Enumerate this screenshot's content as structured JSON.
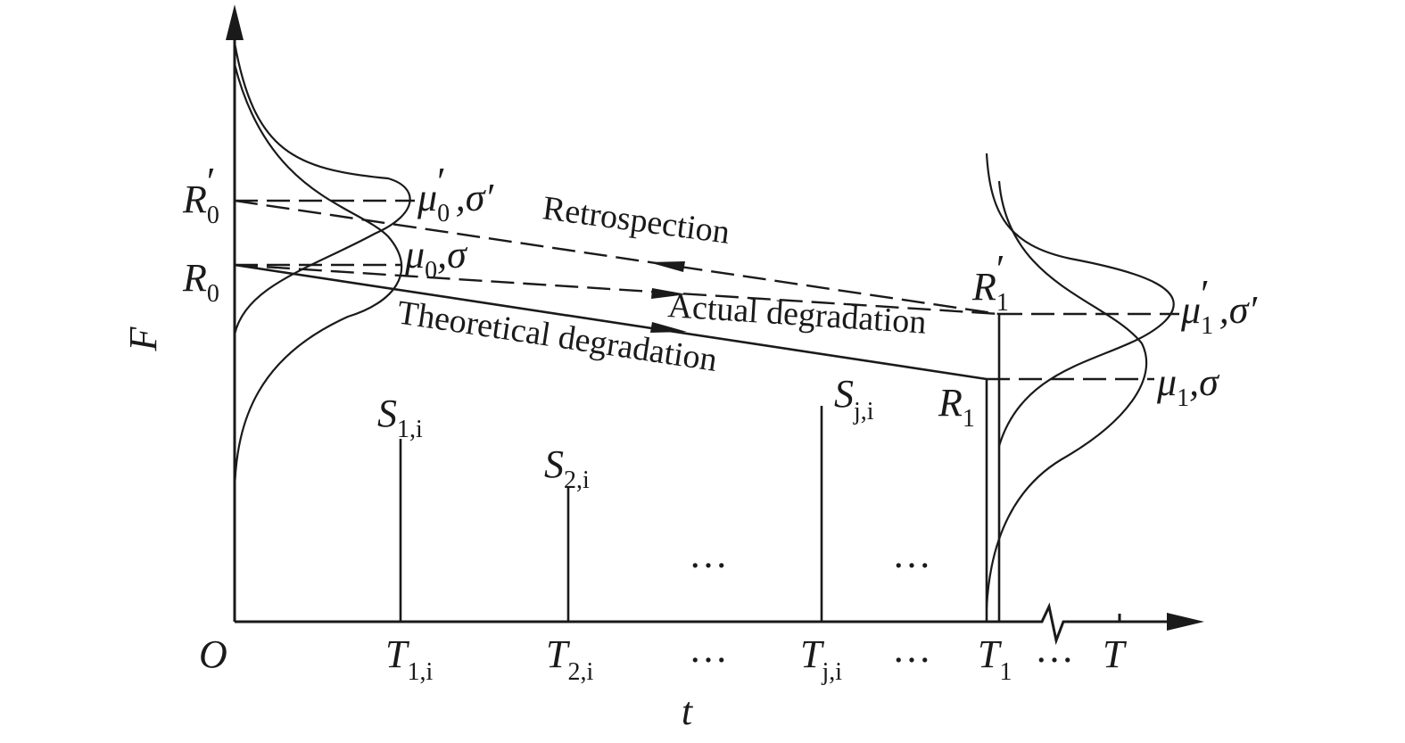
{
  "axes": {
    "y_label": "F",
    "x_label": "t",
    "origin": "O"
  },
  "left_levels": {
    "r0_prime": {
      "main": "R",
      "sub": "0",
      "prime": "′"
    },
    "r0": {
      "main": "R",
      "sub": "0"
    }
  },
  "left_params": {
    "mu0_prime": {
      "main": "μ",
      "sub": "0",
      "prime": "′",
      "rest": " ,σ′"
    },
    "mu0": {
      "main": "μ",
      "sub": "0",
      "rest": ",σ"
    }
  },
  "right_levels": {
    "r1_prime": {
      "main": "R",
      "sub": "1",
      "prime": "′"
    },
    "r1": {
      "main": "R",
      "sub": "1"
    }
  },
  "right_params": {
    "mu1_prime": {
      "main": "μ",
      "sub": "1",
      "prime": "′",
      "rest": " ,σ′"
    },
    "mu1": {
      "main": "μ",
      "sub": "1",
      "rest": ",σ"
    }
  },
  "line_labels": {
    "retrospection": "Retrospection",
    "actual": "Actual degradation",
    "theoretical": "Theoretical degradation"
  },
  "stress_labels": [
    {
      "main": "S",
      "sub": "1,i"
    },
    {
      "main": "S",
      "sub": "2,i"
    },
    {
      "main": "S",
      "sub": "j,i"
    }
  ],
  "time_labels": [
    {
      "main": "T",
      "sub": "1,i"
    },
    {
      "main": "T",
      "sub": "2,i"
    },
    {
      "main": "T",
      "sub": "j,i"
    },
    {
      "main": "T",
      "sub": "1"
    },
    {
      "main": "T",
      "sub": ""
    }
  ],
  "ellipsis": "…"
}
